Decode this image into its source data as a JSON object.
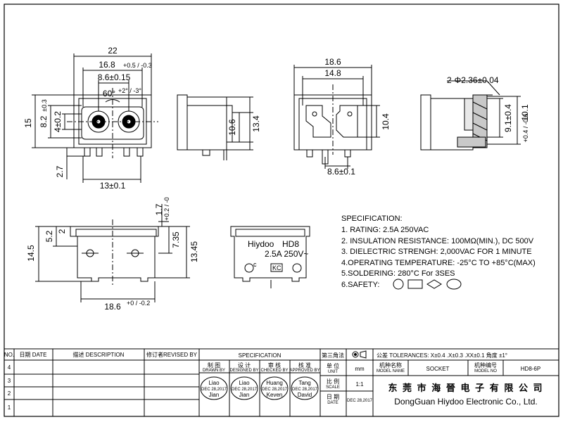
{
  "views": {
    "front": {
      "dim_width": "22",
      "dim_16_8": "16.8",
      "dim_16_8_tol": "+0.5 / -0.3",
      "dim_8_6": "8.6±0.15",
      "dim_angle": "60°",
      "dim_angle_tol": "+2° / -3°",
      "dim_15": "15",
      "dim_8_2": "8.2",
      "dim_8_2_tol": "±0.3",
      "dim_4": "4±0.2",
      "dim_2_7": "2.7",
      "dim_13": "13±0.1"
    },
    "side": {
      "dim_10_6": "10.6",
      "dim_13_4": "13.4"
    },
    "rear": {
      "dim_18_6": "18.6",
      "dim_14_8": "14.8",
      "dim_10_4": "10.4",
      "dim_8_6": "8.6±0.1"
    },
    "section": {
      "dim_holes": "2-Φ2.36±0.04",
      "dim_9_1": "9.1±0.4",
      "dim_10_1": "10.1",
      "dim_10_1_tol": "+0.4 / -0.6"
    },
    "bottom": {
      "dim_1_7": "1.7",
      "dim_1_7_tol": "+0.2 / -0",
      "dim_5_2": "5.2",
      "dim_2": "2",
      "dim_14_5": "14.5",
      "dim_7_35": "7.35",
      "dim_13_45": "13.45",
      "dim_18_6": "18.6",
      "dim_18_6_tol": "+0 / -0.2"
    },
    "label_view": {
      "brand": "Hiydoo",
      "model": "HD8",
      "rating": "2.5A 250V~"
    }
  },
  "specification": {
    "heading": "SPECIFICATION:",
    "items": [
      "1. RATING: 2.5A 250VAC",
      "2. INSULATION RESISTANCE: 100MΩ(MIN.), DC 500V",
      "3. DIELECTRIC STRENGH: 2,000VAC FOR 1 MINUTE",
      "4.OPERATING TEMPERATURE: -25°C TO +85°C(MAX)",
      "5.SOLDERING: 280°C For 3SES",
      "6.SAFETY:"
    ]
  },
  "title_block": {
    "col_headers": [
      "NO.",
      "日期 DATE",
      "描述 DESCRIPTION",
      "修订者REVISED BY"
    ],
    "revisions": [
      "4",
      "3",
      "2",
      "1"
    ],
    "spec_title": "SPECIFICATION",
    "third_angle": "第三角法",
    "tolerances": "公差 TOLERANCES: X±0.4  .X±0.3  .XX±0.1 角度 ±1°",
    "roles": [
      {
        "cn": "制 图",
        "en": "DRAWN BY",
        "top": "Liao",
        "date": "DEC 28,2017",
        "bottom": "Jian"
      },
      {
        "cn": "设 计",
        "en": "DESIGNED BY",
        "top": "Liao",
        "date": "DEC 28,2017",
        "bottom": "Jian"
      },
      {
        "cn": "审 核",
        "en": "CHECKED BY",
        "top": "Huang",
        "date": "DEC 28,2017",
        "bottom": "Keven"
      },
      {
        "cn": "核 准",
        "en": "APPROVED BY",
        "top": "Tang",
        "date": "DEC 28,2017",
        "bottom": "David"
      }
    ],
    "unit_label_cn": "单 位",
    "unit_label_en": "UNIT",
    "unit_value": "mm",
    "scale_label_cn": "比 例",
    "scale_label_en": "SCALE",
    "scale_value": "1:1",
    "date_label_cn": "日 期",
    "date_label_en": "DATE",
    "date_value": "DEC 28,2017",
    "model_name_label_cn": "机种名称",
    "model_name_label_en": "MODEL NAME",
    "model_name": "SOCKET",
    "model_no_label_cn": "机种编号",
    "model_no_label_en": "MODEL NO",
    "model_no": "HD8-6P",
    "company_cn": "东 莞 市 海 晉 电 子 有 限 公 司",
    "company_en": "DongGuan Hiydoo Electronic  Co., Ltd."
  }
}
